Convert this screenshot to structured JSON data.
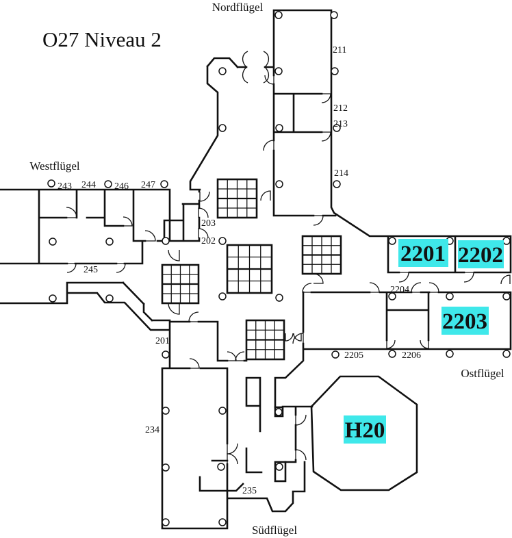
{
  "title": "O27  Niveau 2",
  "wings": {
    "north": "Nordflügel",
    "west": "Westflügel",
    "east": "Ostflügel",
    "south": "Südflügel"
  },
  "room_numbers": {
    "r211": "211",
    "r212": "212",
    "r213": "213",
    "r214": "214",
    "r243": "243",
    "r244": "244",
    "r246": "246",
    "r247": "247",
    "r245": "245",
    "r203": "203",
    "r202": "202",
    "r201": "201",
    "r234": "234",
    "r235": "235",
    "r2204": "2204",
    "r2205": "2205",
    "r2206": "2206"
  },
  "highlighted_rooms": [
    {
      "id": "2201",
      "label": "2201"
    },
    {
      "id": "2202",
      "label": "2202"
    },
    {
      "id": "2203",
      "label": "2203"
    },
    {
      "id": "h20",
      "label": "H20"
    }
  ],
  "colors": {
    "highlight_cyan": "#3fe8ea",
    "wall_black": "#111111",
    "background": "#ffffff"
  }
}
